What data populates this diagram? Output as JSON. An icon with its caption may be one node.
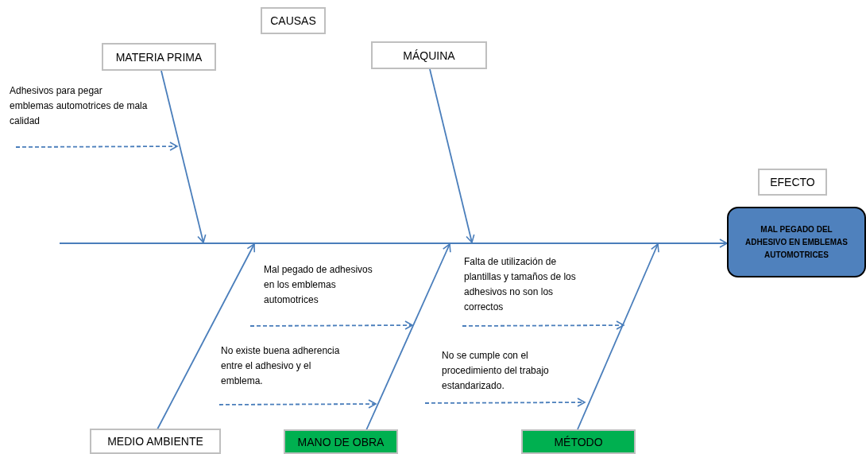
{
  "diagram": {
    "nodes": [
      {
        "text": [
          "CAUSAS"
        ]
      },
      {
        "text": [
          "MATERIA PRIMA"
        ]
      },
      {
        "text": [
          "MÁQUINA"
        ]
      },
      {
        "text": [
          "EFECTO"
        ]
      },
      {
        "text": [
          "MAL PEGADO DEL ADHESIVO EN EMBLEMAS AUTOMOTRICES"
        ]
      },
      {
        "text": [
          "Adhesivos para pegar emblemas automotrices de mala calidad"
        ]
      },
      {
        "text": [
          "Mal pegado de adhesivos en los emblemas automotrices"
        ]
      },
      {
        "text": [
          "No existe buena adherencia entre el adhesivo y el emblema."
        ]
      },
      {
        "text": [
          "Falta de utilización de plantillas y tamaños de los adhesivos no son los correctos"
        ]
      },
      {
        "text": [
          "No se cumple con el procedimiento del trabajo estandarizado."
        ]
      },
      {
        "text": [
          "MEDIO AMBIENTE"
        ]
      },
      {
        "text": [
          "MANO DE OBRA"
        ]
      },
      {
        "text": [
          "MÉTODO"
        ]
      },
      {
        "text": [],
        "shape": "bar"
      }
    ],
    "edges": [
      {
        "from": 13,
        "to": 4,
        "arrow": "to"
      },
      {
        "from": 1,
        "to": 13,
        "arrow": "to"
      },
      {
        "from": 2,
        "to": 13,
        "arrow": "to"
      },
      {
        "from": 10,
        "to": 13,
        "arrow": "to"
      },
      {
        "from": 11,
        "to": 13,
        "arrow": "to"
      },
      {
        "from": 12,
        "to": 13,
        "arrow": "to"
      },
      {
        "from": 5,
        "to": null,
        "arrow": "to",
        "style": "dashed"
      },
      {
        "from": 6,
        "to": null,
        "arrow": "to",
        "style": "dashed"
      },
      {
        "from": 7,
        "to": null,
        "arrow": "to",
        "style": "dashed"
      },
      {
        "from": 8,
        "to": null,
        "arrow": "to",
        "style": "dashed"
      },
      {
        "from": 9,
        "to": null,
        "arrow": "to",
        "style": "dashed"
      }
    ]
  }
}
